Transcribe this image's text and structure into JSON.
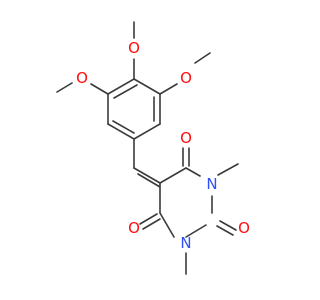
{
  "molecule": {
    "atom_labels": {
      "o_methoxy_top": "O",
      "o_methoxy_left": "O",
      "o_methoxy_right": "O",
      "o_carbonyl_c4": "O",
      "o_carbonyl_c6": "O",
      "o_carbonyl_c2": "O",
      "n1": "N",
      "n3": "N"
    },
    "colors": {
      "oxygen": "#ff0d0d",
      "nitrogen": "#3050f8",
      "carbon_bond": "#3a3a3a"
    }
  }
}
